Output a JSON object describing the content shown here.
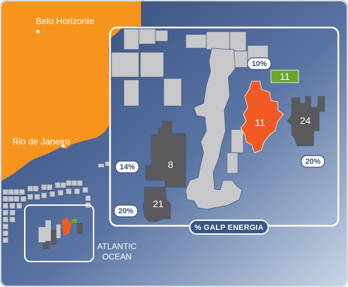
{
  "cities": {
    "belo_horizonte": "Belo Horizonte",
    "rio_de_janeiro": "Rio de Janeiro"
  },
  "ocean": {
    "line1": "ATLANTIC",
    "line2": "OCEAN"
  },
  "blocks": {
    "block_11_main": "11",
    "block_11_small": "11",
    "block_24": "24",
    "block_8": "8",
    "block_21": "21"
  },
  "stakes": {
    "block_11_small": "10%",
    "block_24": "20%",
    "block_8": "14%",
    "block_21": "20%"
  },
  "legend": {
    "title": "% GALP ENERGIA"
  },
  "colors": {
    "land": "#f7941d",
    "ocean_dark": "#3b5585",
    "ocean_light": "#b5c6dc",
    "galp_operated": "#f15a22",
    "galp_partner": "#5a5a5c",
    "other_blocks": "#c8c8ca",
    "highlight_green": "#6aa62c",
    "frame_white": "#ffffff"
  }
}
